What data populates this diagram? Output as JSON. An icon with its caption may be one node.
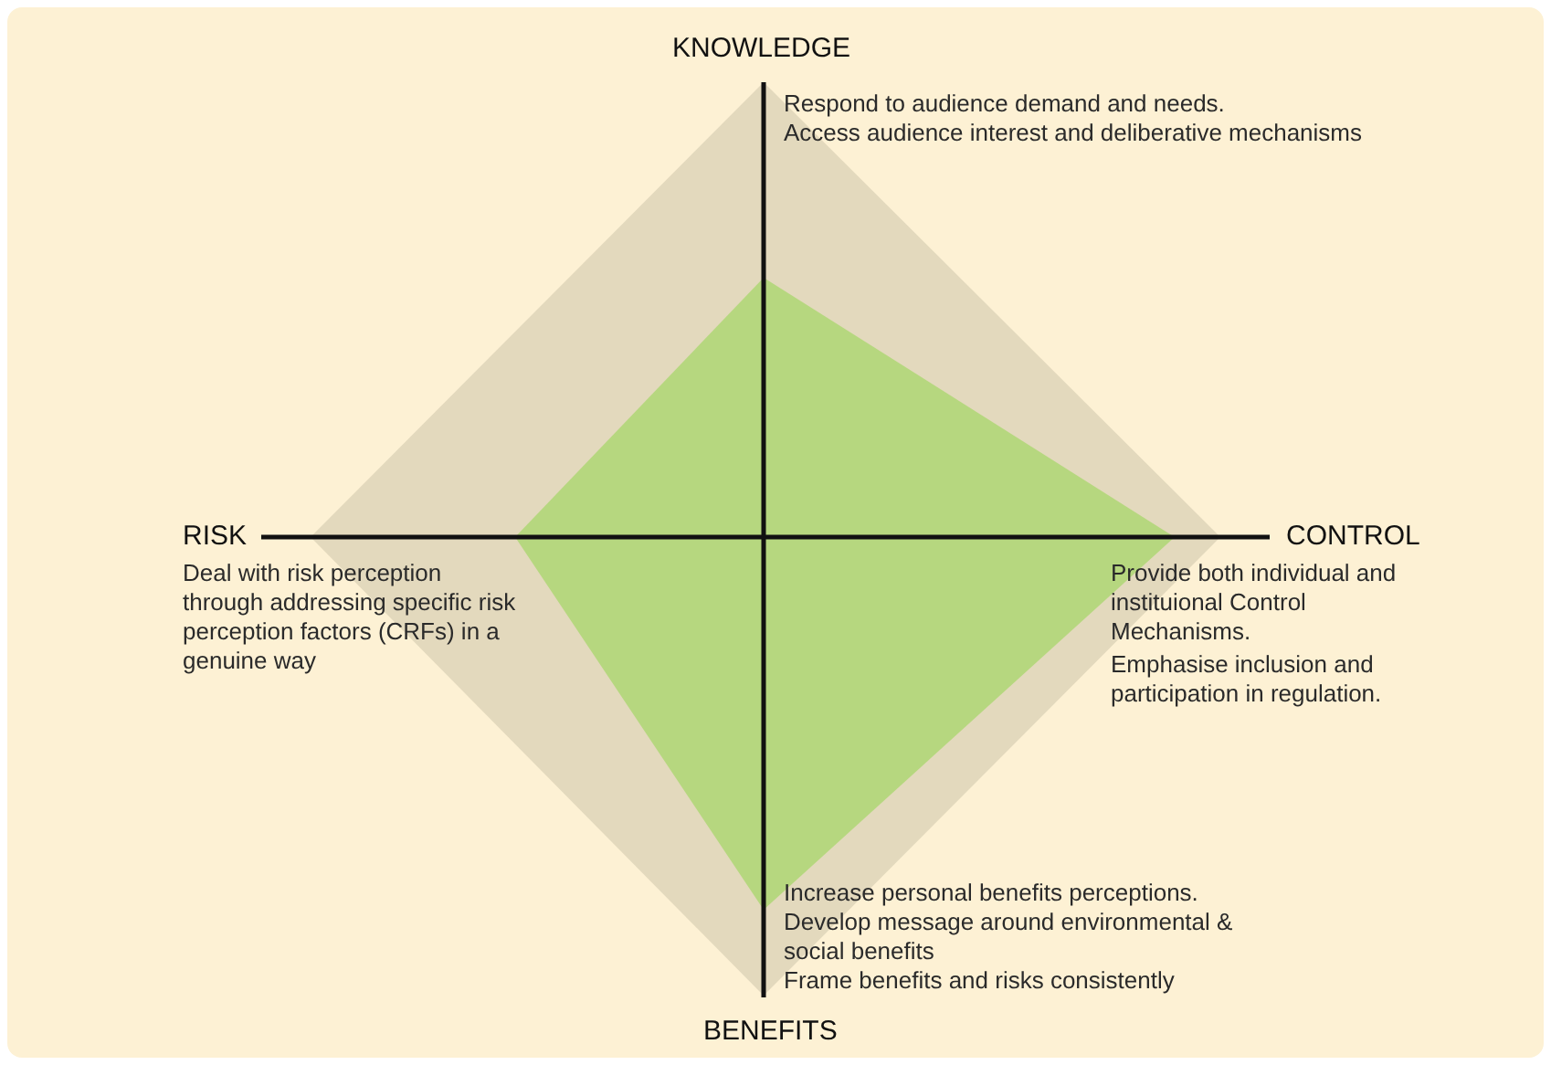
{
  "diagram": {
    "labels": [
      "KNOWLEDGE",
      "Respond to audience demand and needs.",
      "Access audience interest and deliberative mechanisms",
      "RISK",
      "Deal with risk perception through addressing specific risk perception factors (CRFs) in a genuine way",
      "CONTROL",
      "Provide both individual and instituional Control Mechanisms.",
      "Emphasise inclusion and participation in regulation.",
      "Increase personal benefits perceptions.",
      "Develop message around environmental & social benefits",
      "Frame benefits and risks consistently",
      "BENEFITS"
    ]
  }
}
